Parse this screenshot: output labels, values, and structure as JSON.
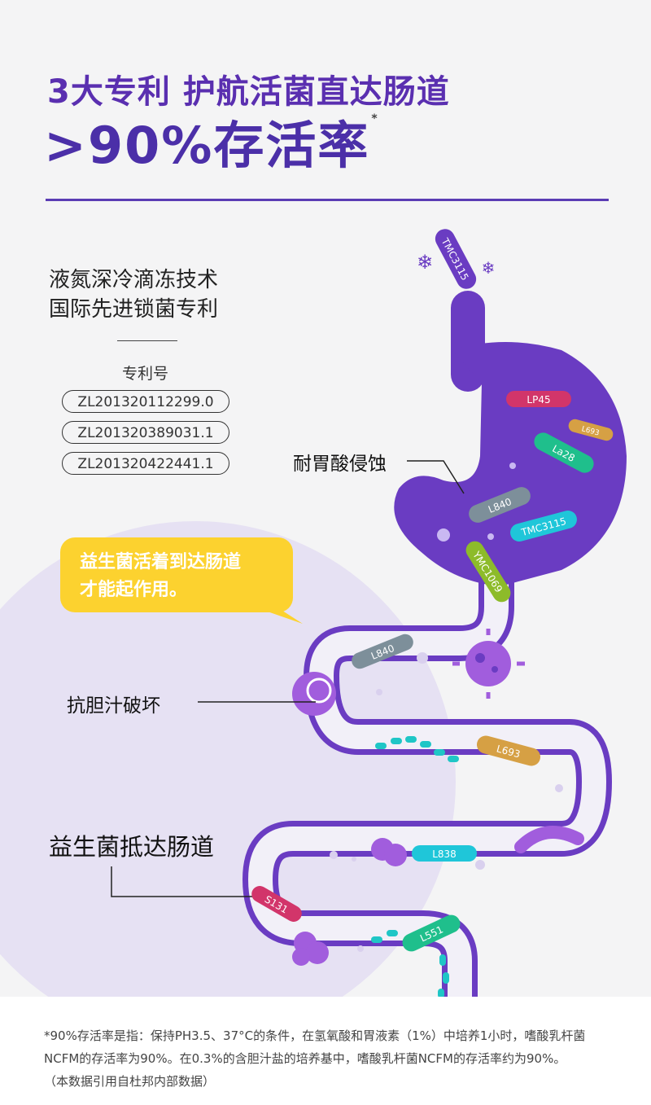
{
  "header": {
    "headline": "3大专利 护航活菌直达肠道",
    "rate": ">90%存活率",
    "asterisk": "*"
  },
  "patent": {
    "tech_line1": "液氮深冷滴冻技术",
    "tech_line2": "国际先进锁菌专利",
    "label": "专利号",
    "numbers": [
      "ZL201320112299.0",
      "ZL201320389031.1",
      "ZL201320422441.1"
    ]
  },
  "callouts": {
    "stomach": "耐胃酸侵蚀",
    "bile": "抗胆汁破坏",
    "intestine": "益生菌抵达肠道"
  },
  "bubble": {
    "line1": "益生菌活着到达肠道",
    "line2": "才能起作用。"
  },
  "strains": {
    "top": "TMC3115",
    "lp45": "LP45",
    "l693_small": "L693",
    "la28": "La28",
    "l840": "L840",
    "tmc3115": "TMC3115",
    "ymc1069": "YMC1069",
    "l840_b": "L840",
    "l693": "L693",
    "l838": "L838",
    "s131": "S131",
    "l551": "L551"
  },
  "footnote": {
    "line1": "*90%存活率是指：保持PH3.5、37°C的条件，在氢氧酸和胃液素（1%）中培养1小时，嗜酸乳杆菌",
    "line2": "NCFM的存活率为90%。在0.3%的含胆汁盐的培养基中，嗜酸乳杆菌NCFM的存活率约为90%。",
    "line3": "（本数据引用自杜邦内部数据）"
  },
  "colors": {
    "purple": "#6a3cc2",
    "headline": "#5a2fb0",
    "bubble": "#fcd22f",
    "lavender": "#e6e1f3"
  }
}
